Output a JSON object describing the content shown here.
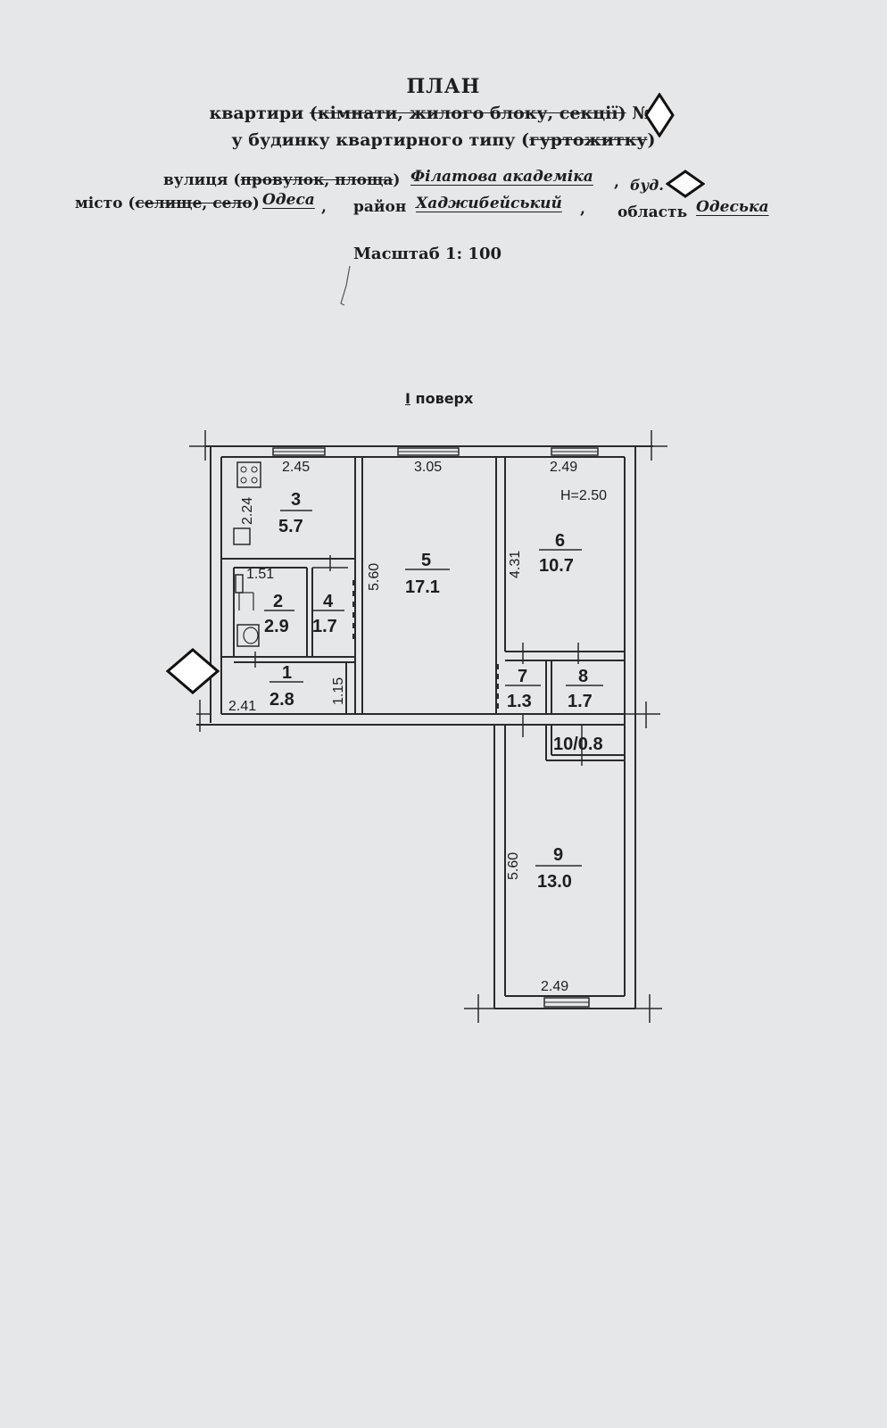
{
  "header": {
    "title": "ПЛАН",
    "line2_prefix": "квартири",
    "line2_struck": "(кімнати, жилого блоку, секції)",
    "line2_suffix": "№",
    "line3_prefix": "у будинку квартирного типу (",
    "line3_struck": "гуртожитку",
    "line3_suffix": ")"
  },
  "address": {
    "street_label": "вулиця (",
    "street_struck": "провулок, площа",
    "street_close": ")",
    "street_value": "Філатова академіка",
    "comma": ",",
    "building_label": "буд.",
    "city_label": "місто (",
    "city_struck": "селище, село",
    "city_close": ")",
    "city_value": "Одеса",
    "city_comma": ",",
    "district_label": "район",
    "district_value": "Хаджибейський",
    "district_comma": ",",
    "region_label": "область",
    "region_value": "Одеська"
  },
  "scale": "Масштаб 1: 100",
  "floor": {
    "roman": "I",
    "label": "поверх"
  },
  "plan": {
    "height_note": "H=2.50",
    "dims": {
      "d_2_45": "2.45",
      "d_3_05": "3.05",
      "d_2_49_top": "2.49",
      "d_2_24": "2.24",
      "d_5_60_mid": "5.60",
      "d_4_31": "4.31",
      "d_1_51": "1.51",
      "d_1_15": "1.15",
      "d_2_41": "2.41",
      "d_5_60_low": "5.60",
      "d_2_49_bot": "2.49"
    },
    "rooms": [
      {
        "num": "1",
        "area": "2.8"
      },
      {
        "num": "2",
        "area": "2.9"
      },
      {
        "num": "3",
        "area": "5.7"
      },
      {
        "num": "4",
        "area": "1.7"
      },
      {
        "num": "5",
        "area": "17.1"
      },
      {
        "num": "6",
        "area": "10.7"
      },
      {
        "num": "7",
        "area": "1.3"
      },
      {
        "num": "8",
        "area": "1.7"
      },
      {
        "num": "9",
        "area": "13.0"
      }
    ],
    "room10": "10/0.8"
  }
}
